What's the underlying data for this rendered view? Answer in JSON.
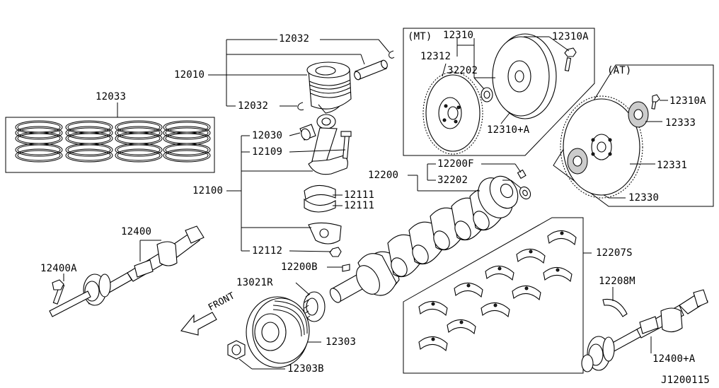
{
  "labels": {
    "p12032_top": "12032",
    "p12010": "12010",
    "p12032_left": "12032",
    "p12033": "12033",
    "p12030": "12030",
    "p12109": "12109",
    "p12100": "12100",
    "p12111_a": "12111",
    "p12111_b": "12111",
    "p12112": "12112",
    "p12200B": "12200B",
    "p12400": "12400",
    "p12400A": "12400A",
    "p13021R": "13021R",
    "p12303": "12303",
    "p12303B": "12303B",
    "front": "FRONT",
    "p12200F": "12200F",
    "p12200": "12200",
    "p32202_crank": "32202",
    "p12207S": "12207S",
    "p12208M": "12208M",
    "p12400plusA": "12400+A",
    "mt_tag": "(MT)",
    "p12310": "12310",
    "p12310A_mt": "12310A",
    "p12312": "12312",
    "p32202_mt": "32202",
    "p12310plusA": "12310+A",
    "at_tag": "(AT)",
    "p12310A_at": "12310A",
    "p12333": "12333",
    "p12331": "12331",
    "p12330": "12330",
    "diagram_code": "J1200115"
  }
}
